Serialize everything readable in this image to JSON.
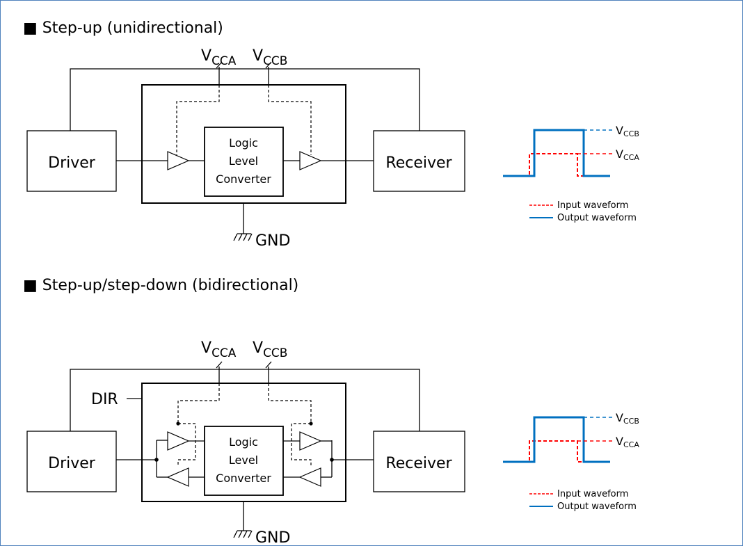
{
  "sections": [
    {
      "title": "■ Step-up (unidirectional)",
      "driver": "Driver",
      "receiver": "Receiver",
      "converter": [
        "Logic",
        "Level",
        "Converter"
      ],
      "vcca": {
        "main": "V",
        "sub": "CCA"
      },
      "vccb": {
        "main": "V",
        "sub": "CCB"
      },
      "gnd": "GND",
      "waveform": {
        "high_label": {
          "main": "V",
          "sub": "CCB"
        },
        "low_label": {
          "main": "V",
          "sub": "CCA"
        },
        "legend_input": "Input waveform",
        "legend_output": "Output waveform"
      }
    },
    {
      "title": "■ Step-up/step-down (bidirectional)",
      "driver": "Driver",
      "receiver": "Receiver",
      "converter": [
        "Logic",
        "Level",
        "Converter"
      ],
      "vcca": {
        "main": "V",
        "sub": "CCA"
      },
      "vccb": {
        "main": "V",
        "sub": "CCB"
      },
      "dir": "DIR",
      "gnd": "GND",
      "waveform": {
        "high_label": {
          "main": "V",
          "sub": "CCB"
        },
        "low_label": {
          "main": "V",
          "sub": "CCA"
        },
        "legend_input": "Input waveform",
        "legend_output": "Output waveform"
      }
    }
  ],
  "colors": {
    "input_waveform": "#ff0000",
    "output_waveform": "#0070c0",
    "frame_border": "#4f81bd"
  }
}
